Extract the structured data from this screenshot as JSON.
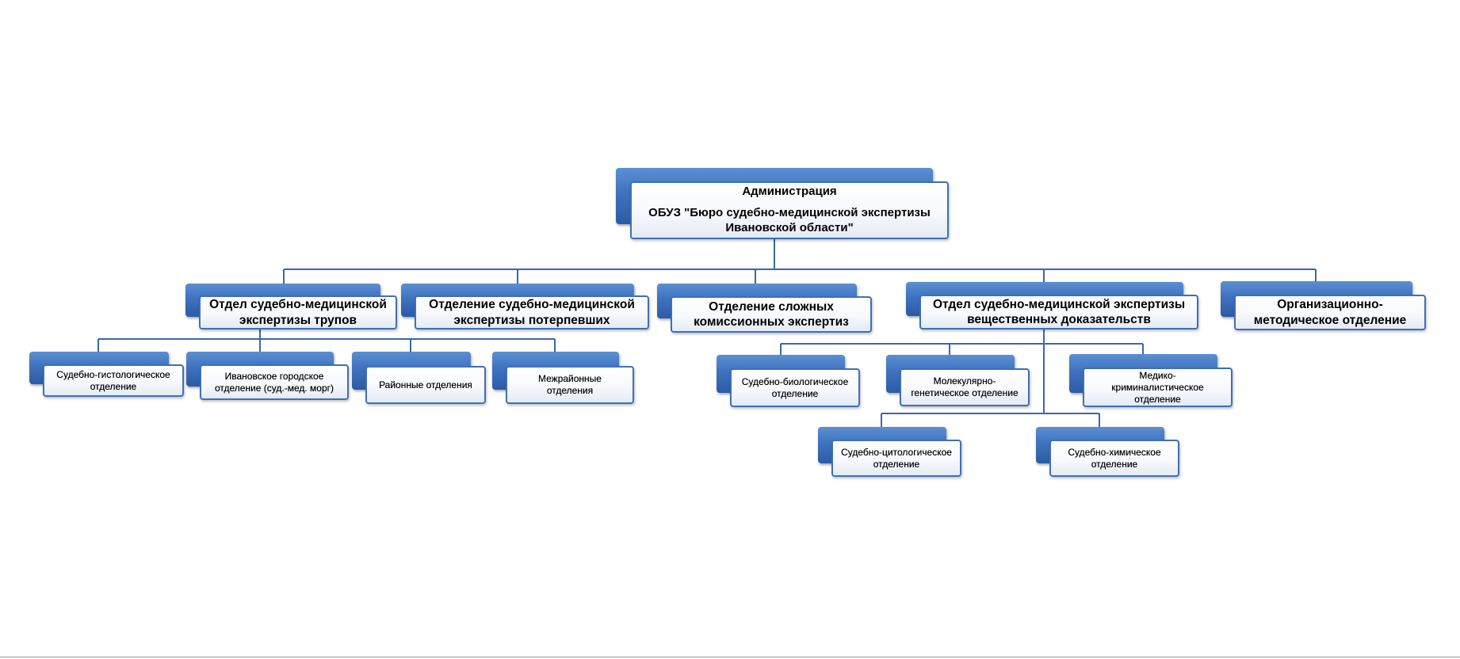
{
  "colors": {
    "tab_blue": "#3f72bf",
    "card_border": "#3f6fb8",
    "connector": "#3a67ad"
  },
  "org_chart": {
    "root": {
      "title": "Администрация",
      "subtitle_line1": "ОБУЗ \"Бюро судебно-медицинской экспертизы",
      "subtitle_line2": "Ивановской области\""
    },
    "departments": [
      {
        "id": "corpses",
        "line1": "Отдел судебно-медицинской",
        "line2": "экспертизы трупов"
      },
      {
        "id": "victims",
        "line1": "Отделение судебно-медицинской",
        "line2": "экспертизы потерпевших"
      },
      {
        "id": "complex",
        "line1": "Отделение сложных",
        "line2": "комиссионных экспертиз"
      },
      {
        "id": "evidence",
        "line1": "Отдел судебно-медицинской экспертизы",
        "line2": "вещественных доказательств"
      },
      {
        "id": "methodical",
        "line1": "Организационно-",
        "line2": "методическое отделение"
      }
    ],
    "corpses_units": [
      {
        "line1": "Судебно-гистологическое",
        "line2": "отделение"
      },
      {
        "line1": "Ивановское городское",
        "line2": "отделение (суд.-мед. морг)"
      },
      {
        "line1": "Районные отделения",
        "line2": ""
      },
      {
        "line1": "Межрайонные",
        "line2": "отделения"
      }
    ],
    "evidence_units": [
      {
        "line1": "Судебно-биологическое",
        "line2": "отделение",
        "line3": ""
      },
      {
        "line1": "Молекулярно-",
        "line2": "генетическое отделение",
        "line3": ""
      },
      {
        "line1": "Медико-",
        "line2": "криминалистическое",
        "line3": "отделение"
      },
      {
        "line1": "Судебно-цитологическое",
        "line2": "отделение",
        "line3": ""
      },
      {
        "line1": "Судебно-химическое",
        "line2": "отделение",
        "line3": ""
      }
    ]
  }
}
